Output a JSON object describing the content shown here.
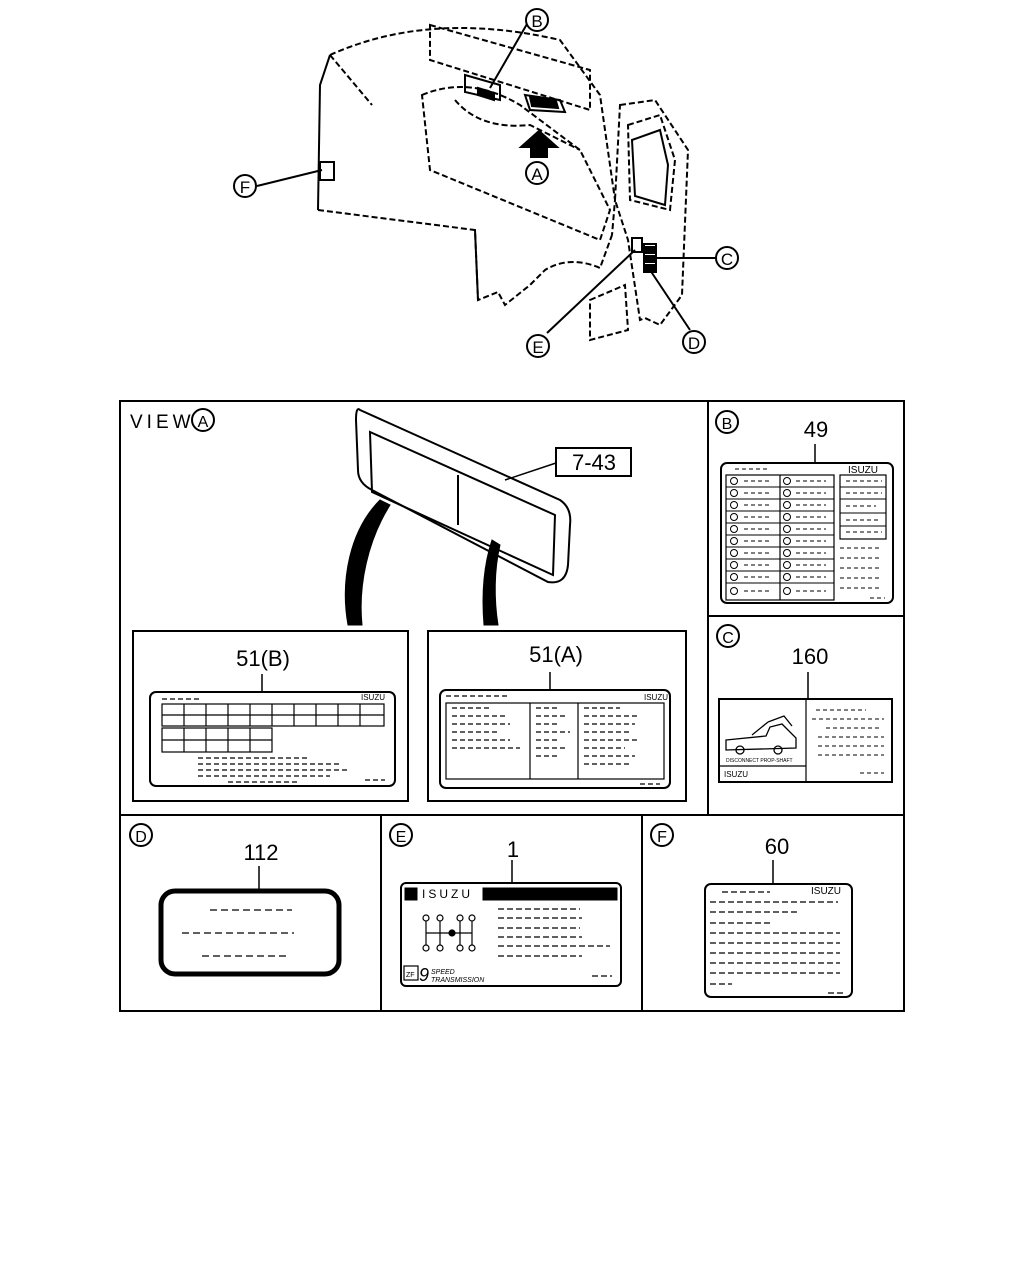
{
  "callouts": {
    "a": "A",
    "b": "B",
    "c": "C",
    "d": "D",
    "e": "E",
    "f": "F"
  },
  "view_a": {
    "prefix": "VIEW",
    "letter": "A",
    "ref_box": "7-43",
    "label_51b": "51(B)",
    "label_51a": "51(A)",
    "isuzu_51b": "ISUZU",
    "isuzu_51a": "ISUZU"
  },
  "panel_b": {
    "letter": "B",
    "part_no": "49",
    "brand": "ISUZU"
  },
  "panel_c": {
    "letter": "C",
    "part_no": "160",
    "caption": "DISCONNECT PROP-SHAFT",
    "brand": "ISUZU"
  },
  "panel_d": {
    "letter": "D",
    "part_no": "112"
  },
  "panel_e": {
    "letter": "E",
    "part_no": "1",
    "brand": "ISUZU",
    "speed_digit": "9",
    "speed_word": "SPEED",
    "trans_word": "TRANSMISSION",
    "emblem": "ZF"
  },
  "panel_f": {
    "letter": "F",
    "part_no": "60",
    "brand": "ISUZU"
  }
}
